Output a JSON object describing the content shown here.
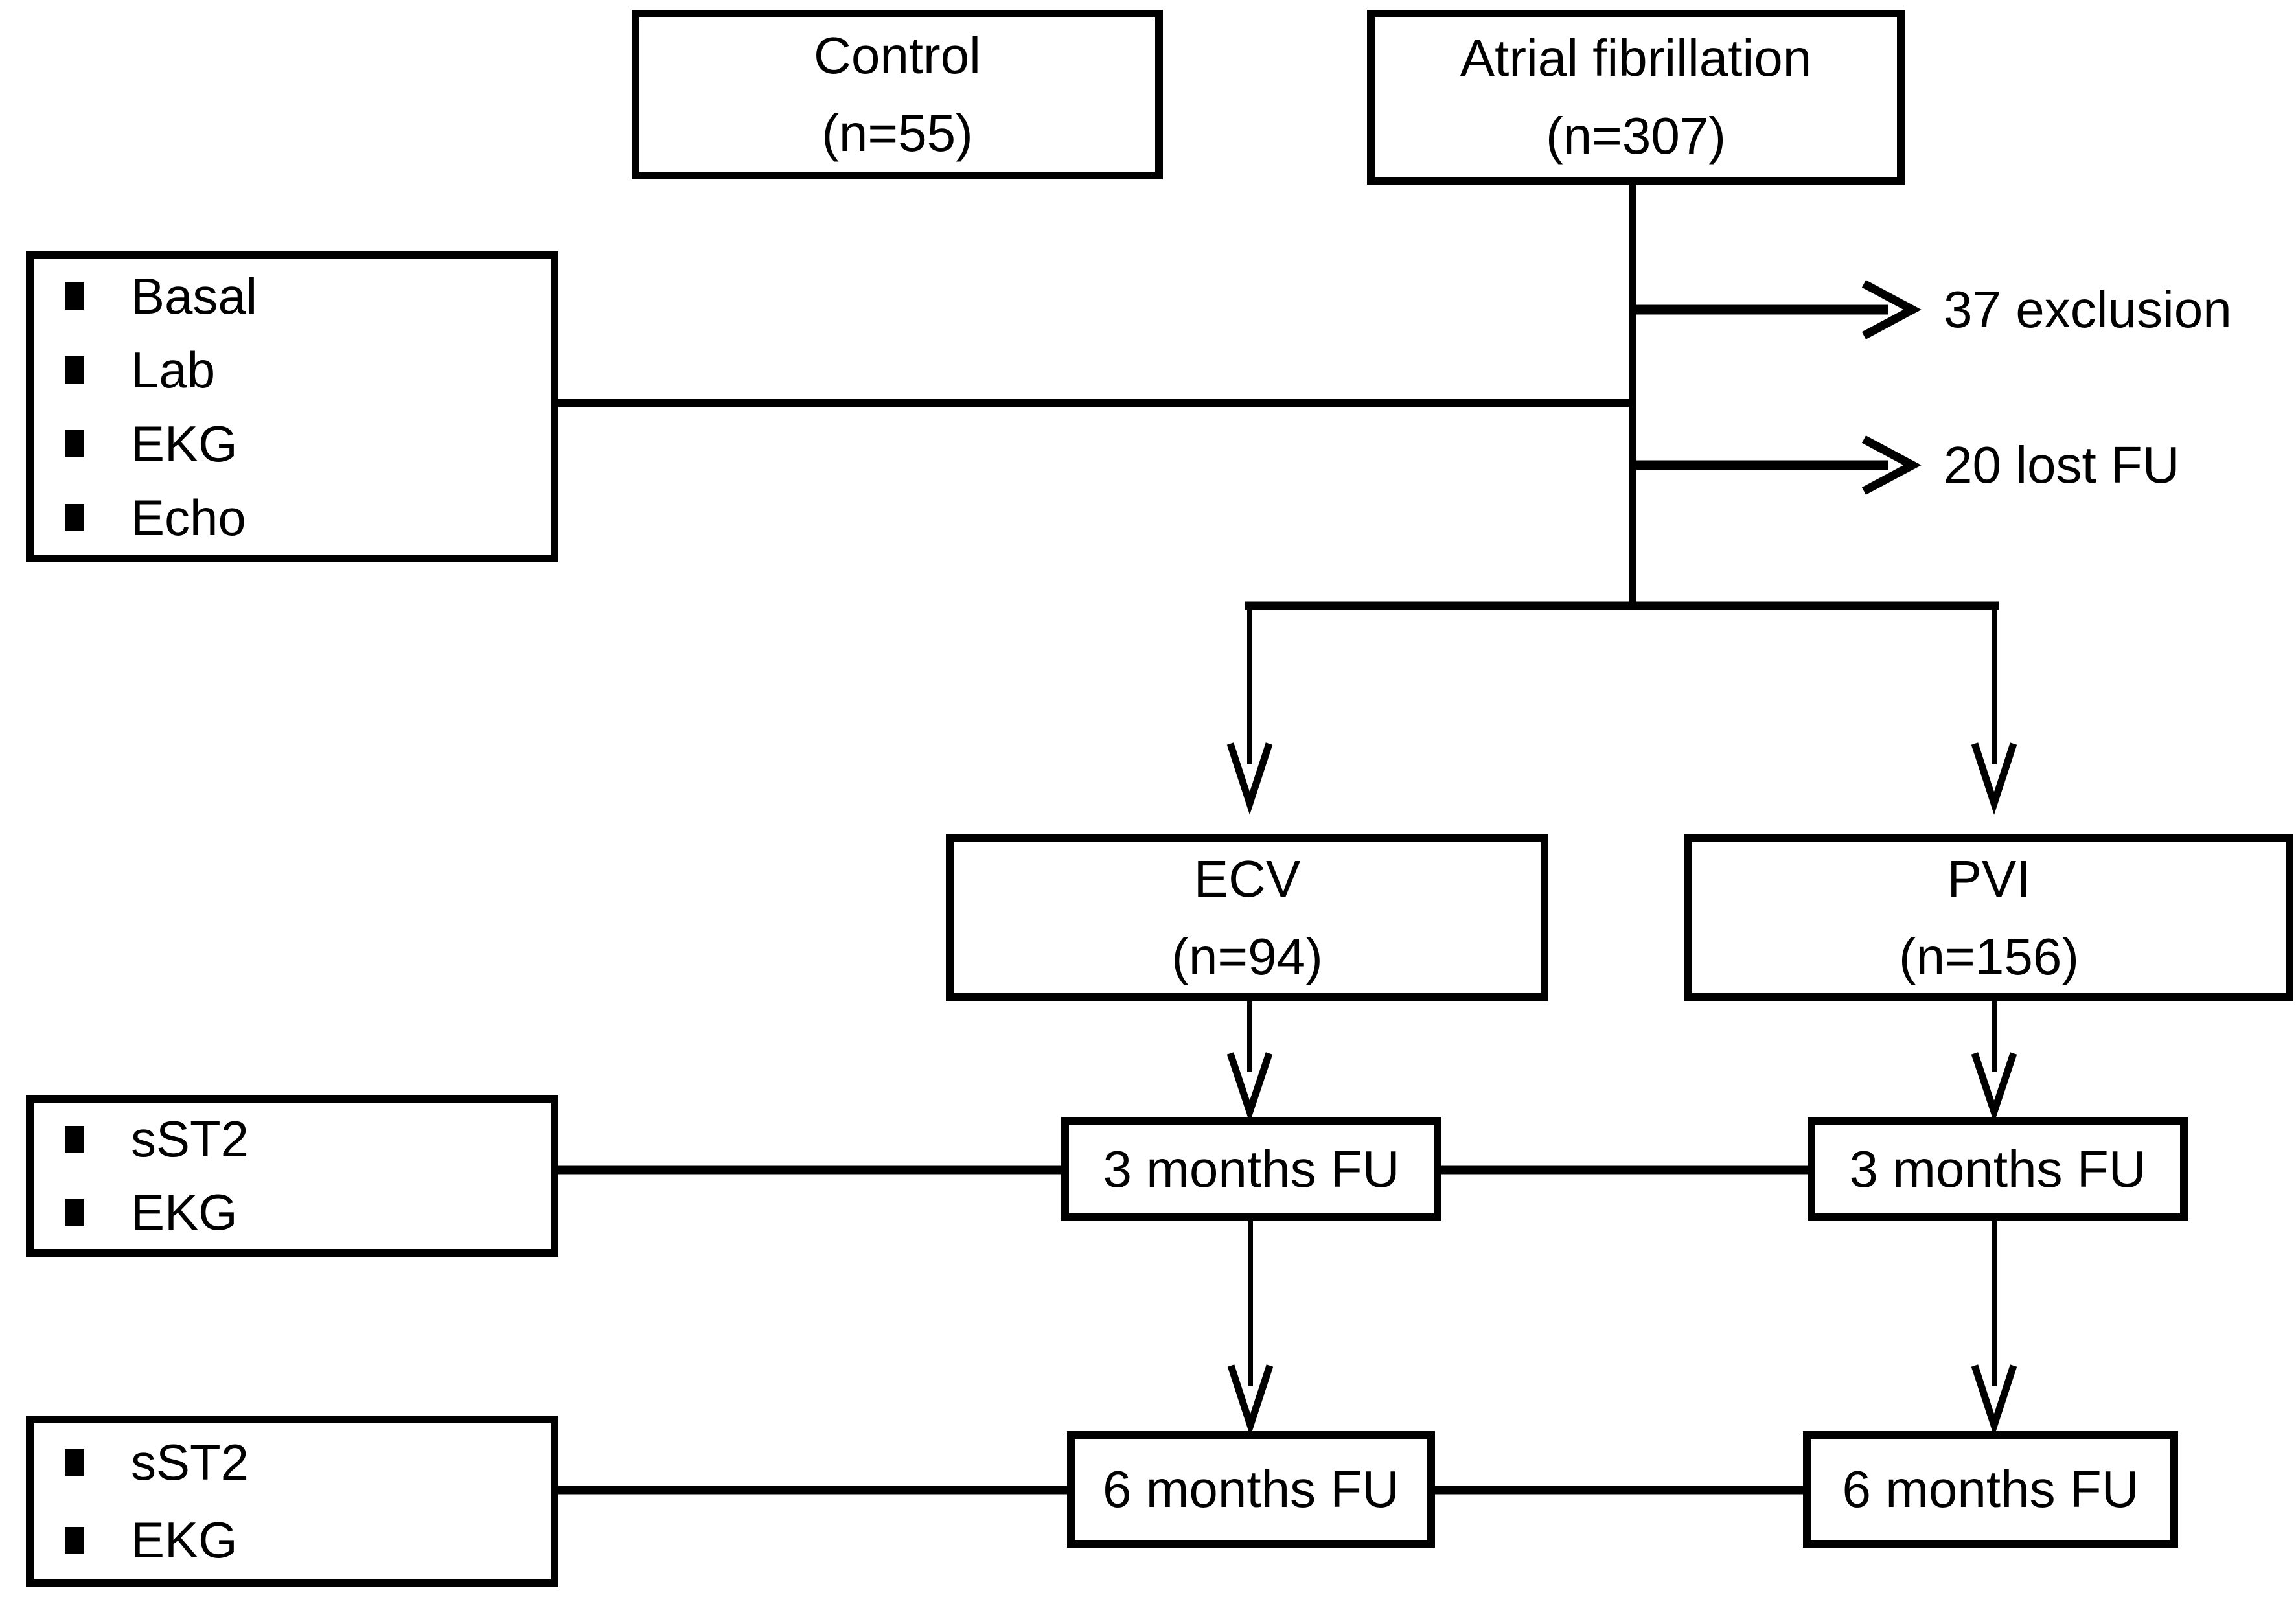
{
  "flowchart": {
    "control_box": {
      "title": "Control",
      "count": "(n=55)"
    },
    "af_box": {
      "title": "Atrial fibrillation",
      "count": "(n=307)"
    },
    "baseline_panel": {
      "items": [
        "Basal",
        "Lab",
        "EKG",
        "Echo"
      ]
    },
    "exclusion_label": "37 exclusion",
    "lost_fu_label": "20 lost FU",
    "ecv_box": {
      "title": "ECV",
      "count": "(n=94)"
    },
    "pvi_box": {
      "title": "PVI",
      "count": "(n=156)"
    },
    "fu3_left_box": {
      "label": "3 months FU"
    },
    "fu3_right_box": {
      "label": "3 months FU"
    },
    "fu6_left_box": {
      "label": "6 months FU"
    },
    "fu6_right_box": {
      "label": "6 months FU"
    },
    "fu_panel_3months": {
      "items": [
        "sST2",
        "EKG"
      ]
    },
    "fu_panel_6months": {
      "items": [
        "sST2",
        "EKG"
      ]
    },
    "colors": {
      "ink": "#000000",
      "background": "#ffffff"
    }
  }
}
